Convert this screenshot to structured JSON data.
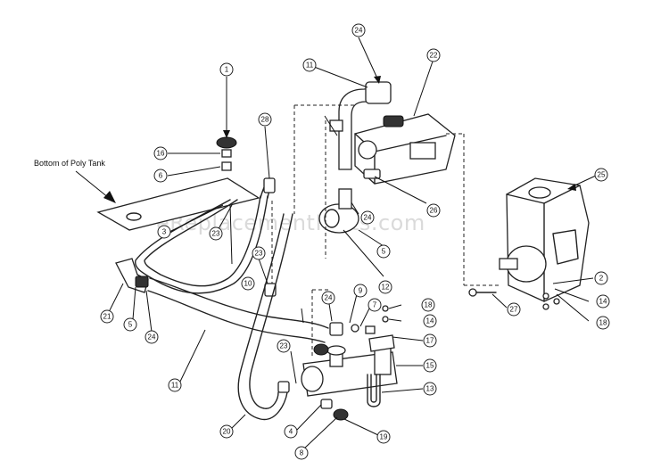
{
  "diagram": {
    "label": "Bottom of Poly Tank",
    "watermark": "eReplacementParts.com",
    "callouts": [
      "1",
      "16",
      "6",
      "28",
      "24",
      "11",
      "22",
      "23",
      "26",
      "25",
      "2",
      "14",
      "18",
      "27",
      "5",
      "10",
      "12",
      "21",
      "24",
      "24",
      "9",
      "7",
      "18",
      "14",
      "17",
      "15",
      "11",
      "23",
      "13",
      "20",
      "4",
      "8",
      "19",
      "3"
    ]
  }
}
